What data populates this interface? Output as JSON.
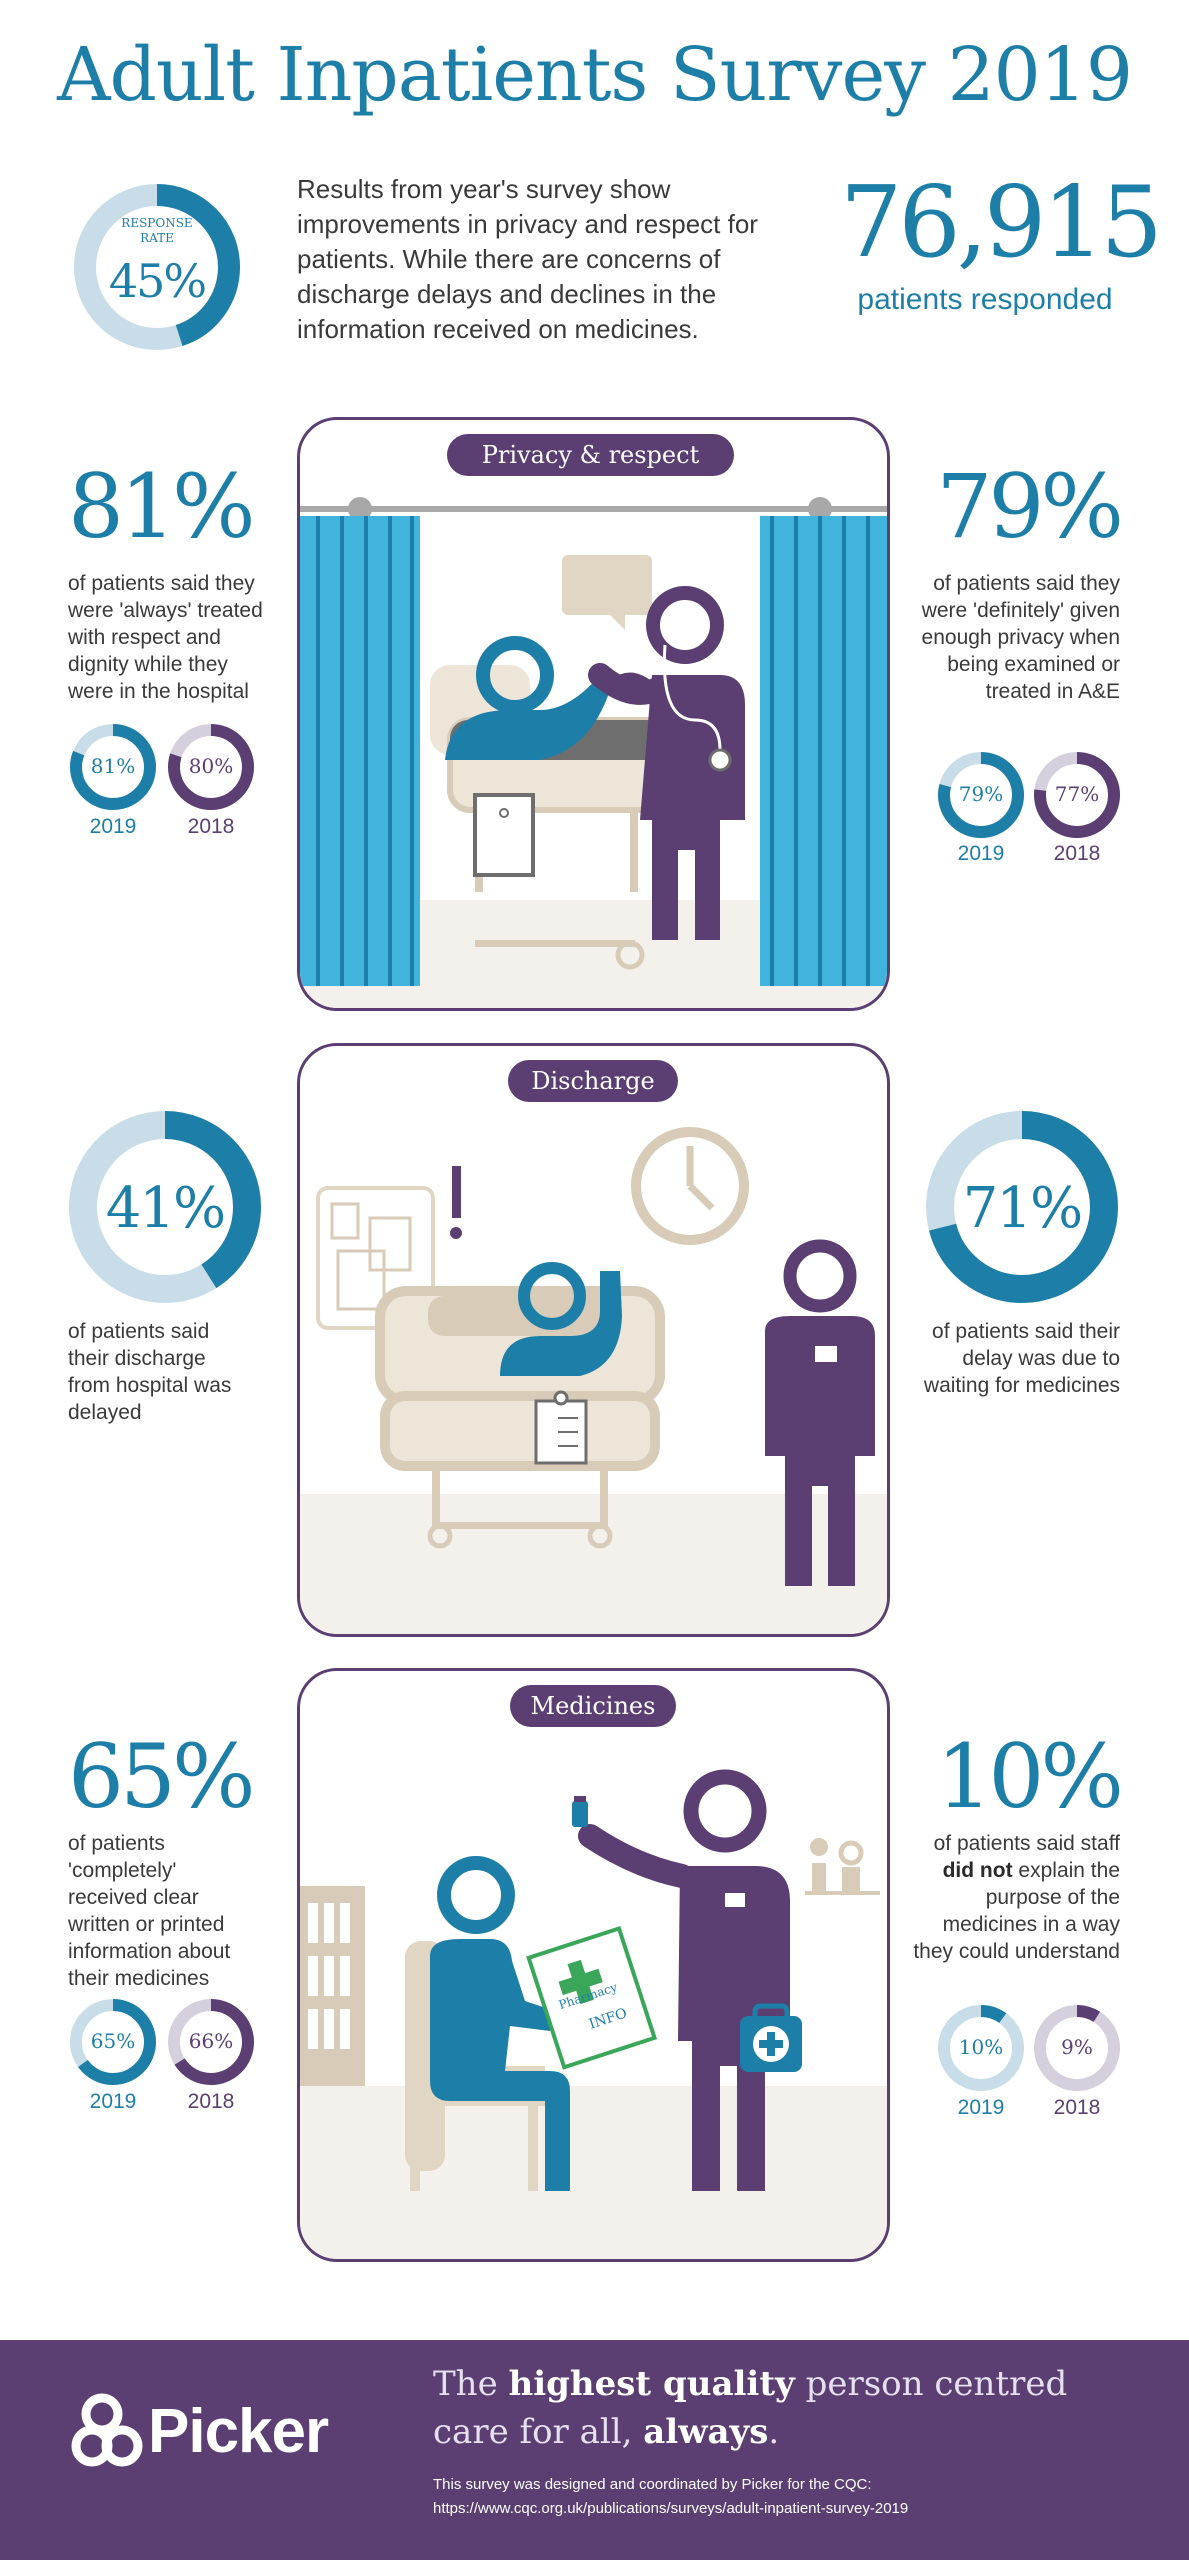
{
  "header": {
    "title": "Adult Inpatients Survey 2019",
    "response_rate_label": "RESPONSE RATE",
    "response_rate": "45%",
    "intro": "Results from year's survey show improvements in privacy and respect for patients. While there are concerns of discharge delays and declines in the information received on medicines.",
    "patients_count": "76,915",
    "patients_label": "patients responded"
  },
  "privacy": {
    "pill": "Privacy & respect",
    "left": {
      "big": "81%",
      "desc": "of patients said they were 'always' treated with respect and dignity while they were in the hospital",
      "v2019": "81%",
      "v2018": "80%",
      "y2019": "2019",
      "y2018": "2018"
    },
    "right": {
      "big": "79%",
      "desc": "of patients said they were 'definitely' given enough privacy when being examined or treated in A&E",
      "v2019": "79%",
      "v2018": "77%",
      "y2019": "2019",
      "y2018": "2018"
    }
  },
  "discharge": {
    "pill": "Discharge",
    "left": {
      "big": "41%",
      "desc": "of patients said their discharge from hospital was delayed"
    },
    "right": {
      "big": "71%",
      "desc": "of patients said their delay was due to waiting for medicines"
    }
  },
  "medicines": {
    "pill": "Medicines",
    "leaflet_line1": "Pharmacy",
    "leaflet_line2": "INFO",
    "left": {
      "big": "65%",
      "desc": "of patients 'completely' received clear written or printed information about their medicines",
      "v2019": "65%",
      "v2018": "66%",
      "y2019": "2019",
      "y2018": "2018"
    },
    "right": {
      "big": "10%",
      "desc_pre": "of patients said staff",
      "desc_bold": "did not",
      "desc_post": "explain the purpose of the medicines in a way they could understand",
      "v2019": "10%",
      "v2018": "9%",
      "y2019": "2019",
      "y2018": "2018"
    }
  },
  "footer": {
    "brand": "Picker",
    "tag_pre": "The",
    "tag_bold1": "highest quality",
    "tag_mid": "person centred care for all,",
    "tag_bold2": "always",
    "tag_end": ".",
    "note_line1": "This survey was designed and coordinated by Picker for the CQC:",
    "note_line2": "https://www.cqc.org.uk/publications/surveys/adult-inpatient-survey-2019"
  },
  "colors": {
    "teal": "#1d7fa8",
    "light_teal": "#c9dde9",
    "purple": "#5b3f73",
    "light_purple": "#d6cfdd",
    "beige": "#d8cbb8"
  },
  "rings": {
    "response": 0.45,
    "privacy_l_2019": 0.81,
    "privacy_l_2018": 0.8,
    "privacy_r_2019": 0.79,
    "privacy_r_2018": 0.77,
    "discharge_l": 0.41,
    "discharge_r": 0.71,
    "med_l_2019": 0.65,
    "med_l_2018": 0.66,
    "med_r_2019": 0.1,
    "med_r_2018": 0.09
  }
}
